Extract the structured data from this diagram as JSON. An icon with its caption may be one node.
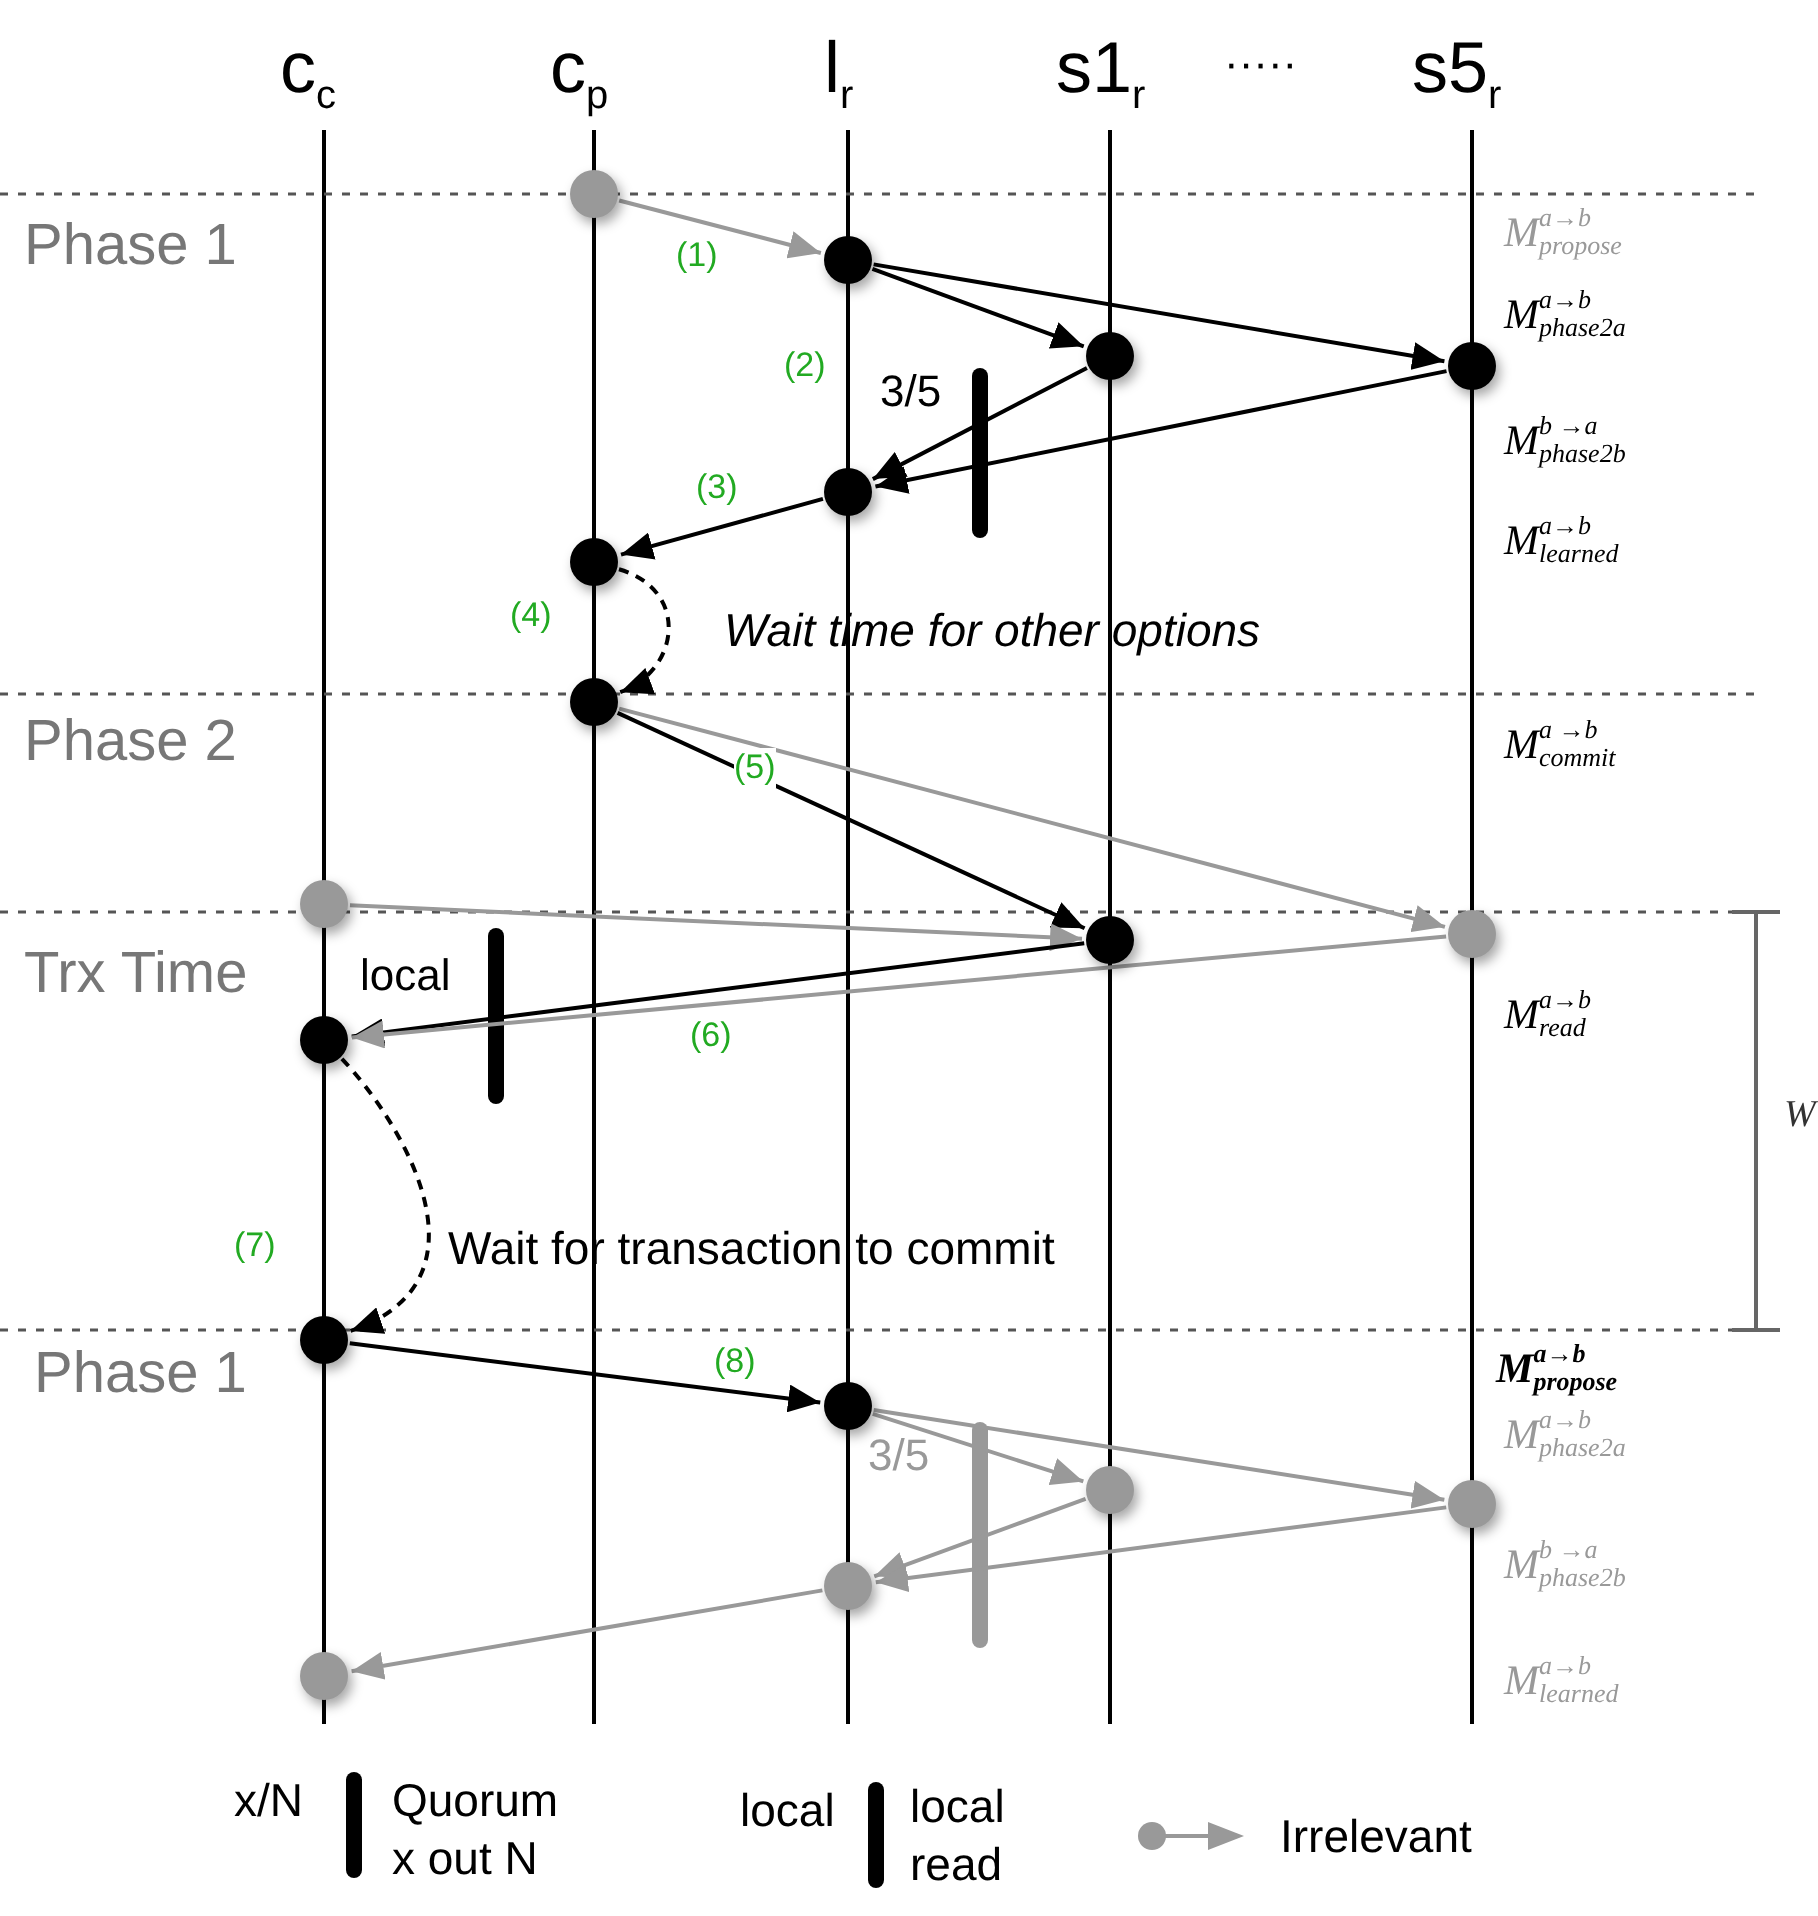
{
  "diagram": {
    "nodes": [
      {
        "text": [],
        "shape": "circle"
      },
      {
        "text": [],
        "shape": "circle"
      },
      {
        "text": [],
        "shape": "circle"
      },
      {
        "text": [],
        "shape": "circle"
      },
      {
        "text": [],
        "shape": "circle"
      },
      {
        "text": [],
        "shape": "circle"
      },
      {
        "text": [],
        "shape": "circle"
      },
      {
        "text": [],
        "shape": "circle"
      },
      {
        "text": [],
        "shape": "circle"
      },
      {
        "text": [],
        "shape": "circle"
      },
      {
        "text": [],
        "shape": "circle"
      },
      {
        "text": [],
        "shape": "circle"
      },
      {
        "text": [],
        "shape": "circle"
      },
      {
        "text": [],
        "shape": "circle"
      },
      {
        "text": [],
        "shape": "circle"
      },
      {
        "text": [],
        "shape": "circle"
      },
      {
        "text": [],
        "shape": "circle"
      }
    ],
    "edges": [
      {
        "from": 0,
        "to": 1,
        "arrow": "to",
        "label": "(1)",
        "color": "#999999"
      },
      {
        "from": 1,
        "to": 2,
        "arrow": "to",
        "label": "(2)"
      },
      {
        "from": 1,
        "to": 3,
        "arrow": "to"
      },
      {
        "from": 2,
        "to": 4,
        "arrow": "to"
      },
      {
        "from": 3,
        "to": 4,
        "arrow": "to"
      },
      {
        "from": 4,
        "to": 5,
        "arrow": "to",
        "label": "(3)"
      },
      {
        "from": 5,
        "to": 6,
        "arrow": "to",
        "label": "(4)",
        "style": "dashed"
      },
      {
        "from": 6,
        "to": 9,
        "arrow": "to",
        "label": "(5)"
      },
      {
        "from": 6,
        "to": 8,
        "arrow": "to",
        "color": "#999999"
      },
      {
        "from": 7,
        "to": 9,
        "arrow": "to",
        "color": "#999999"
      },
      {
        "from": 9,
        "to": 10,
        "arrow": "to",
        "label": "(6)"
      },
      {
        "from": 8,
        "to": 10,
        "arrow": "to",
        "color": "#999999"
      },
      {
        "from": 10,
        "to": 11,
        "arrow": "to",
        "label": "(7)",
        "style": "dashed"
      },
      {
        "from": 11,
        "to": 12,
        "arrow": "to",
        "label": "(8)"
      },
      {
        "from": 12,
        "to": 13,
        "arrow": "to",
        "color": "#999999"
      },
      {
        "from": 12,
        "to": 14,
        "arrow": "to",
        "color": "#999999"
      },
      {
        "from": 13,
        "to": 15,
        "arrow": "to",
        "color": "#999999"
      },
      {
        "from": 14,
        "to": 15,
        "arrow": "to",
        "color": "#999999"
      },
      {
        "from": 15,
        "to": 16,
        "arrow": "to",
        "color": "#999999"
      }
    ],
    "labels": [
      "c$_{c}$",
      "c$_{p}$",
      "l$_{r}$",
      "s1$_{r}$",
      "·····",
      "s5$_{r}$",
      "Phase 1",
      "M$^{a→b}$$_{propose}$",
      "M$^{a→b}$$_{phase2a}$",
      "3/5",
      "M$^{b →a}$$_{phase2b}$",
      "M$^{a→b}$$_{learned}$",
      "Wait time for other options",
      "Phase 2",
      "M$^{a →b}$$_{commit}$",
      "Trx Time",
      "local",
      "M$^{a→b}$$_{read}$",
      "W",
      "Wait for transaction to commit",
      "Phase 1",
      "M$^{a→b}$$_{propose}$",
      "M$^{a→b}$$_{phase2a}$",
      "3/5",
      "M$^{b →a}$$_{phase2b}$",
      "M$^{a→b}$$_{learned}$",
      "x/N",
      "local"
    ],
    "legend": [
      {
        "text": "Quorum x out N"
      },
      {
        "text": "local read"
      },
      {
        "text": "Irrelevant"
      }
    ]
  }
}
